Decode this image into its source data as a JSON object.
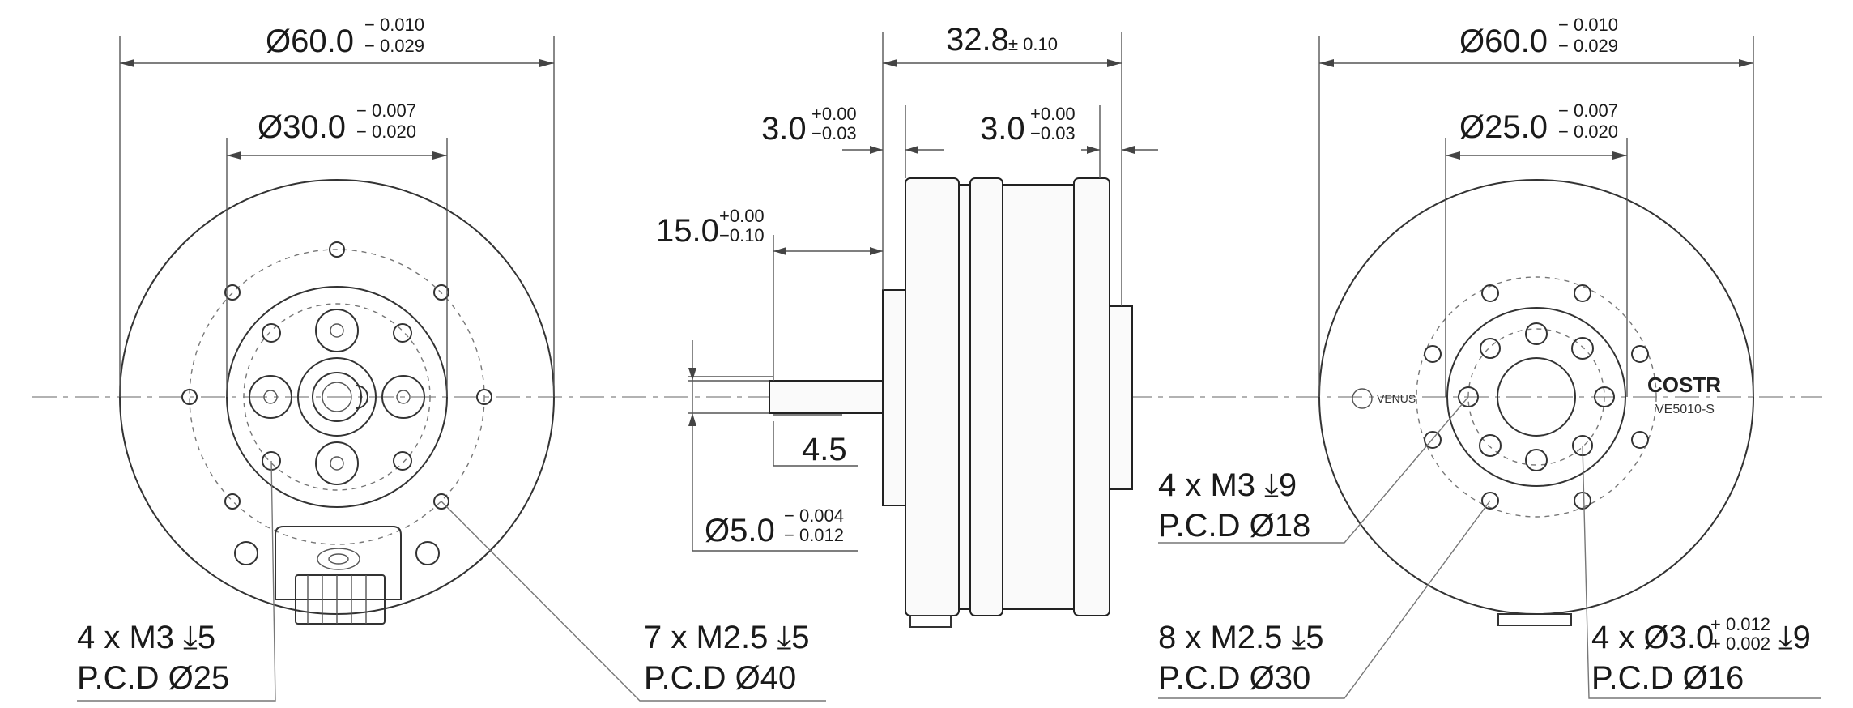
{
  "front_view": {
    "dia_outer": {
      "symbol": "Ø",
      "value": "60.0",
      "tol_upper": "− 0.010",
      "tol_lower": "− 0.029"
    },
    "dia_inner": {
      "symbol": "Ø",
      "value": "30.0",
      "tol_upper": "− 0.007",
      "tol_lower": "− 0.020"
    },
    "note_m3": {
      "line1": "4 x M3 ⤓5",
      "line2": "P.C.D Ø25"
    },
    "note_m25": {
      "line1": "7 x M2.5 ⤓5",
      "line2": "P.C.D Ø40"
    }
  },
  "side_view": {
    "length": {
      "value": "32.8",
      "tol": "± 0.10"
    },
    "step_left": {
      "value": "3.0",
      "tol_upper": "+0.00",
      "tol_lower": "−0.03"
    },
    "step_right": {
      "value": "3.0",
      "tol_upper": "+0.00",
      "tol_lower": "−0.03"
    },
    "shaft_len": {
      "value": "15.0",
      "tol_upper": "+0.00",
      "tol_lower": "−0.10"
    },
    "flat": {
      "value": "4.5"
    },
    "shaft_dia": {
      "symbol": "Ø",
      "value": "5.0",
      "tol_upper": "− 0.004",
      "tol_lower": "− 0.012"
    }
  },
  "back_view": {
    "dia_outer": {
      "symbol": "Ø",
      "value": "60.0",
      "tol_upper": "− 0.010",
      "tol_lower": "− 0.029"
    },
    "dia_inner": {
      "symbol": "Ø",
      "value": "25.0",
      "tol_upper": "− 0.007",
      "tol_lower": "− 0.020"
    },
    "brand_left": "VENUS",
    "brand_right": "COSTR",
    "model": "VE5010-S",
    "note_m3": {
      "line1": "4 x M3 ⤓9",
      "line2": "P.C.D Ø18"
    },
    "note_m25": {
      "line1": "8 x M2.5 ⤓5",
      "line2": "P.C.D Ø30"
    },
    "note_pin": {
      "line1a": "4 x Ø3.0",
      "tol_upper": "+ 0.012",
      "tol_lower": "+ 0.002",
      "line1b": "⤓9",
      "line2": "P.C.D Ø16"
    }
  }
}
